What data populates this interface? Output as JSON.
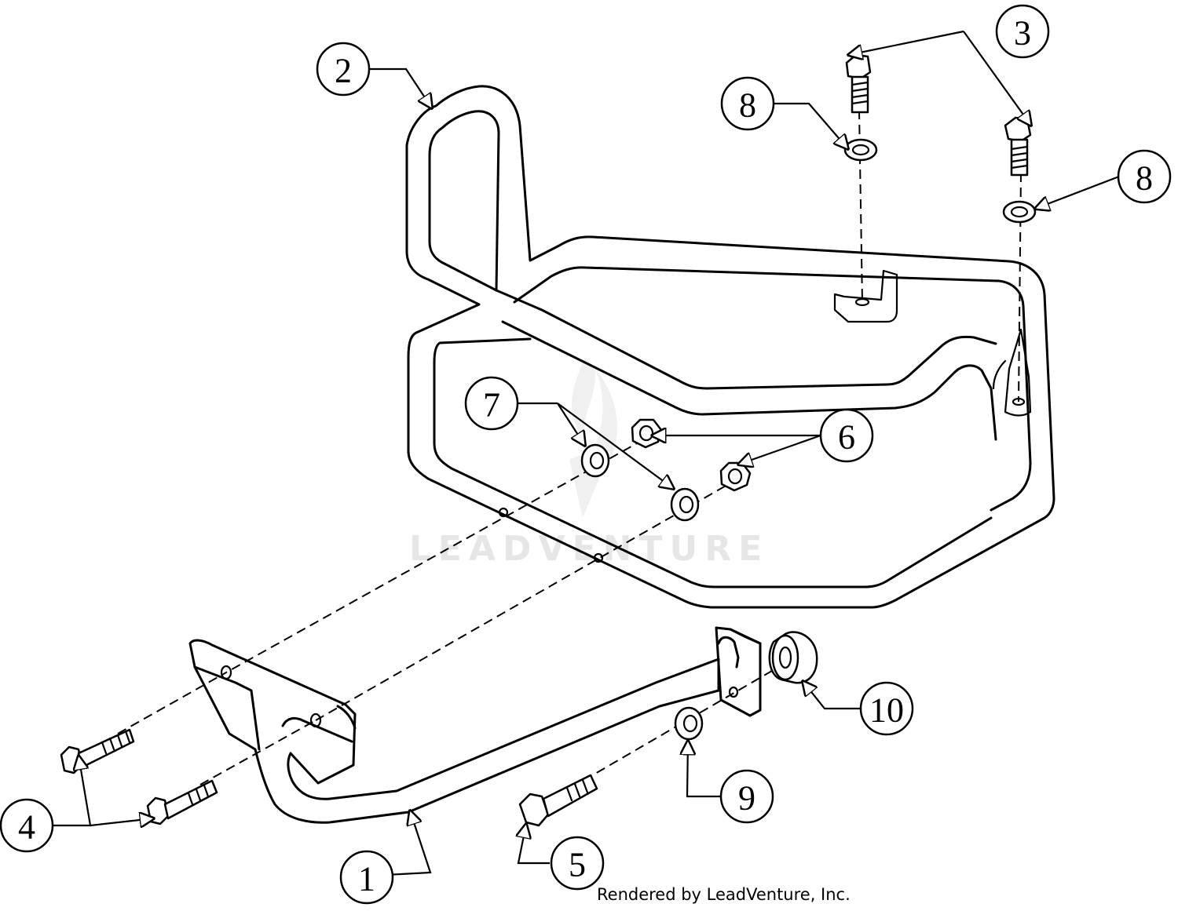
{
  "watermark_text": "LEADVENTURE",
  "credit": "Rendered by LeadVenture, Inc.",
  "callouts": [
    {
      "id": "1",
      "label": "1"
    },
    {
      "id": "2",
      "label": "2"
    },
    {
      "id": "3",
      "label": "3"
    },
    {
      "id": "4",
      "label": "4"
    },
    {
      "id": "5",
      "label": "5"
    },
    {
      "id": "6",
      "label": "6"
    },
    {
      "id": "7",
      "label": "7"
    },
    {
      "id": "8a",
      "label": "8"
    },
    {
      "id": "8b",
      "label": "8"
    },
    {
      "id": "9",
      "label": "9"
    },
    {
      "id": "10",
      "label": "10"
    }
  ]
}
